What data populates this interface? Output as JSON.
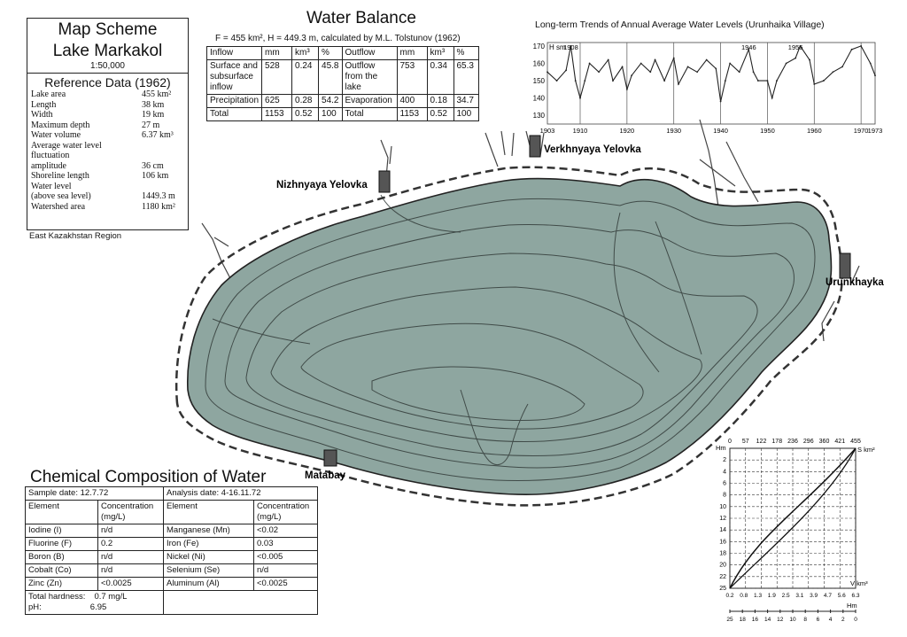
{
  "map_scheme": {
    "title_line1": "Map Scheme",
    "title_line2": "Lake Markakol",
    "scale": "1:50,000",
    "reference_title": "Reference Data (1962)",
    "reference": [
      {
        "label": "Lake area",
        "value": "455 km²"
      },
      {
        "label": "Length",
        "value": "38 km"
      },
      {
        "label": "Width",
        "value": "19 km"
      },
      {
        "label": "Maximum depth",
        "value": "27 m"
      },
      {
        "label": "Water volume",
        "value": "6.37 km³"
      },
      {
        "label": "Average water level fluctuation",
        "value": ""
      },
      {
        "label": "amplitude",
        "value": "36 cm"
      },
      {
        "label": "Shoreline length",
        "value": "106 km"
      },
      {
        "label": "Water level",
        "value": ""
      },
      {
        "label": "(above sea level)",
        "value": "1449.3 m"
      },
      {
        "label": "Watershed area",
        "value": "1180 km²"
      }
    ],
    "region": "East Kazakhstan Region"
  },
  "water_balance": {
    "title": "Water Balance",
    "subtitle": "F = 455 km², H = 449.3 m, calculated by M.L. Tolstunov (1962)",
    "headers": [
      "Inflow",
      "mm",
      "km³",
      "%",
      "Outflow",
      "mm",
      "km³",
      "%"
    ],
    "rows": [
      [
        "Surface and subsurface inflow",
        "528",
        "0.24",
        "45.8",
        "Outflow from the lake",
        "753",
        "0.34",
        "65.3"
      ],
      [
        "Precipitation",
        "625",
        "0.28",
        "54.2",
        "Evaporation",
        "400",
        "0.18",
        "34.7"
      ],
      [
        "Total",
        "1153",
        "0.52",
        "100",
        "Total",
        "1153",
        "0.52",
        "100"
      ]
    ]
  },
  "trend": {
    "title": "Long-term Trends of Annual Average Water Levels (Urunhaika Village)",
    "y_unit": "H sm",
    "y_ticks": [
      "170",
      "160",
      "150",
      "140",
      "130"
    ],
    "x_ticks": [
      "1903",
      "1910",
      "1920",
      "1930",
      "1940",
      "1950",
      "1960",
      "1970",
      "1973"
    ],
    "peak_labels": [
      "1908",
      "1946",
      "1956"
    ]
  },
  "chart_data": {
    "type": "line",
    "title": "Long-term Trends of Annual Average Water Levels (Urunhaika Village)",
    "ylabel": "H sm",
    "ylim": [
      125,
      172
    ],
    "xlim": [
      1903,
      1973
    ],
    "series": [
      {
        "x": [
          1903,
          1905,
          1907,
          1908,
          1909,
          1910,
          1911,
          1912,
          1914,
          1916,
          1917,
          1919,
          1920,
          1921,
          1923,
          1925,
          1926,
          1928,
          1930,
          1931,
          1933,
          1935,
          1937,
          1939,
          1940,
          1941,
          1942,
          1944,
          1946,
          1947,
          1948,
          1950,
          1951,
          1952,
          1954,
          1956,
          1957,
          1959,
          1960,
          1962,
          1964,
          1966,
          1968,
          1970,
          1972,
          1973
        ],
        "y": [
          155,
          150,
          156,
          170,
          150,
          140,
          150,
          160,
          155,
          162,
          150,
          158,
          145,
          153,
          160,
          155,
          162,
          150,
          163,
          148,
          158,
          155,
          162,
          157,
          138,
          150,
          160,
          155,
          168,
          155,
          150,
          150,
          140,
          150,
          160,
          163,
          170,
          162,
          148,
          150,
          155,
          158,
          168,
          170,
          160,
          153
        ]
      }
    ]
  },
  "map": {
    "labels": {
      "nizhnyaya": "Nizhnyaya Yelovka",
      "verkhnyaya": "Verkhnyaya Yelovka",
      "urunkhayka": "Urunkhayka",
      "matabay": "Matabay"
    },
    "lake_fill": "#8ea6a0"
  },
  "hypsographic": {
    "top_unit": "S km²",
    "top_ticks": [
      "0",
      "57",
      "122",
      "178",
      "236",
      "296",
      "360",
      "421",
      "455"
    ],
    "left_unit": "Hm",
    "left_ticks": [
      "2",
      "4",
      "6",
      "8",
      "10",
      "12",
      "14",
      "16",
      "18",
      "20",
      "22",
      "25"
    ],
    "bottom_unit": "V km³",
    "bottom_ticks": [
      "0.2",
      "0.8",
      "1.3",
      "1.9",
      "2.5",
      "3.1",
      "3.9",
      "4.7",
      "5.6",
      "6.3"
    ],
    "bottom2_unit": "Hm",
    "bottom2_ticks": [
      "25",
      "18",
      "16",
      "14",
      "12",
      "10",
      "8",
      "6",
      "4",
      "2",
      "0"
    ]
  },
  "chemical": {
    "title": "Chemical Composition of Water",
    "sample_date": "Sample date: 12.7.72",
    "analysis_date": "Analysis date: 4-16.11.72",
    "headers": [
      "Element",
      "Concentration (mg/L)",
      "Element",
      "Concentration (mg/L)"
    ],
    "rows": [
      [
        "Iodine (I)",
        "n/d",
        "Manganese (Mn)",
        "<0.02"
      ],
      [
        "Fluorine (F)",
        "0.2",
        "Iron (Fe)",
        "0.03"
      ],
      [
        "Boron (B)",
        "n/d",
        "Nickel (Ni)",
        "<0.005"
      ],
      [
        "Cobalt (Co)",
        "n/d",
        "Selenium (Se)",
        "n/d"
      ],
      [
        "Zinc (Zn)",
        "<0.0025",
        "Aluminum (Al)",
        "<0.0025"
      ]
    ],
    "hardness_label": "Total hardness:",
    "hardness_value": "0.7 mg/L",
    "ph_label": "pH:",
    "ph_value": "6.95"
  }
}
